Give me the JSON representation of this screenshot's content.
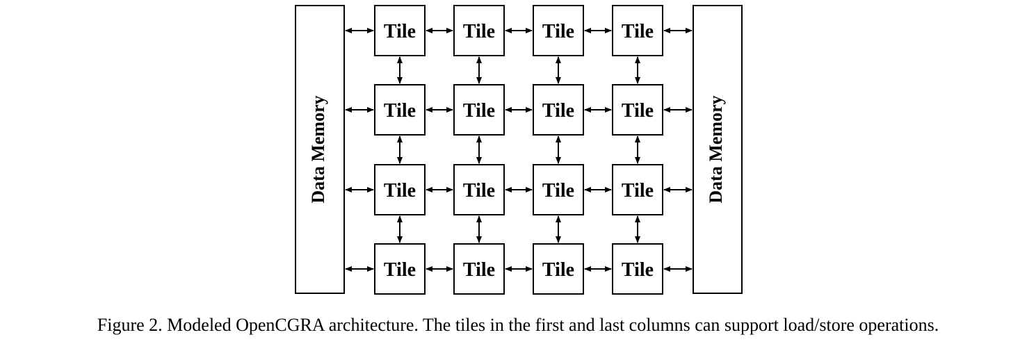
{
  "memory_left": {
    "label": "Data Memory"
  },
  "memory_right": {
    "label": "Data Memory"
  },
  "grid": {
    "rows": 4,
    "cols": 4,
    "tile_label": "Tile"
  },
  "caption": "Figure 2. Modeled OpenCGRA architecture. The tiles in the first and last columns can support load/store operations.",
  "colors": {
    "stroke": "#000000",
    "background": "#ffffff"
  }
}
